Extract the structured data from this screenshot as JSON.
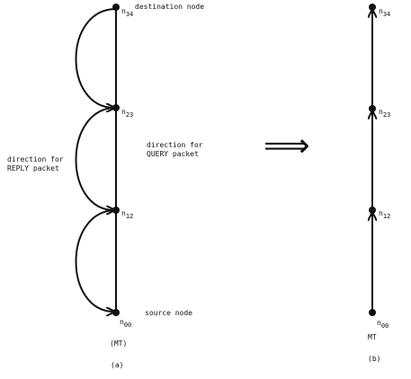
{
  "diagram_a": {
    "nodes": [
      {
        "id": "n34",
        "base": "n",
        "sub": "34"
      },
      {
        "id": "n23",
        "base": "n",
        "sub": "23"
      },
      {
        "id": "n12",
        "base": "n",
        "sub": "12"
      },
      {
        "id": "n00",
        "base": "n",
        "sub": "00"
      }
    ],
    "destination_label": "destination node",
    "source_label": "source node",
    "reply_label_line1": "direction for",
    "reply_label_line2": "REPLY packet",
    "query_label_line1": "direction for",
    "query_label_line2": "QUERY packet",
    "tree_label": "(MT)",
    "caption": "(a)"
  },
  "transform_arrow": "⟹",
  "diagram_b": {
    "nodes": [
      {
        "id": "n34",
        "base": "n",
        "sub": "34"
      },
      {
        "id": "n23",
        "base": "n",
        "sub": "23"
      },
      {
        "id": "n12",
        "base": "n",
        "sub": "12"
      },
      {
        "id": "n00",
        "base": "n",
        "sub": "00"
      }
    ],
    "tree_label": "MT",
    "caption": "(b)"
  }
}
